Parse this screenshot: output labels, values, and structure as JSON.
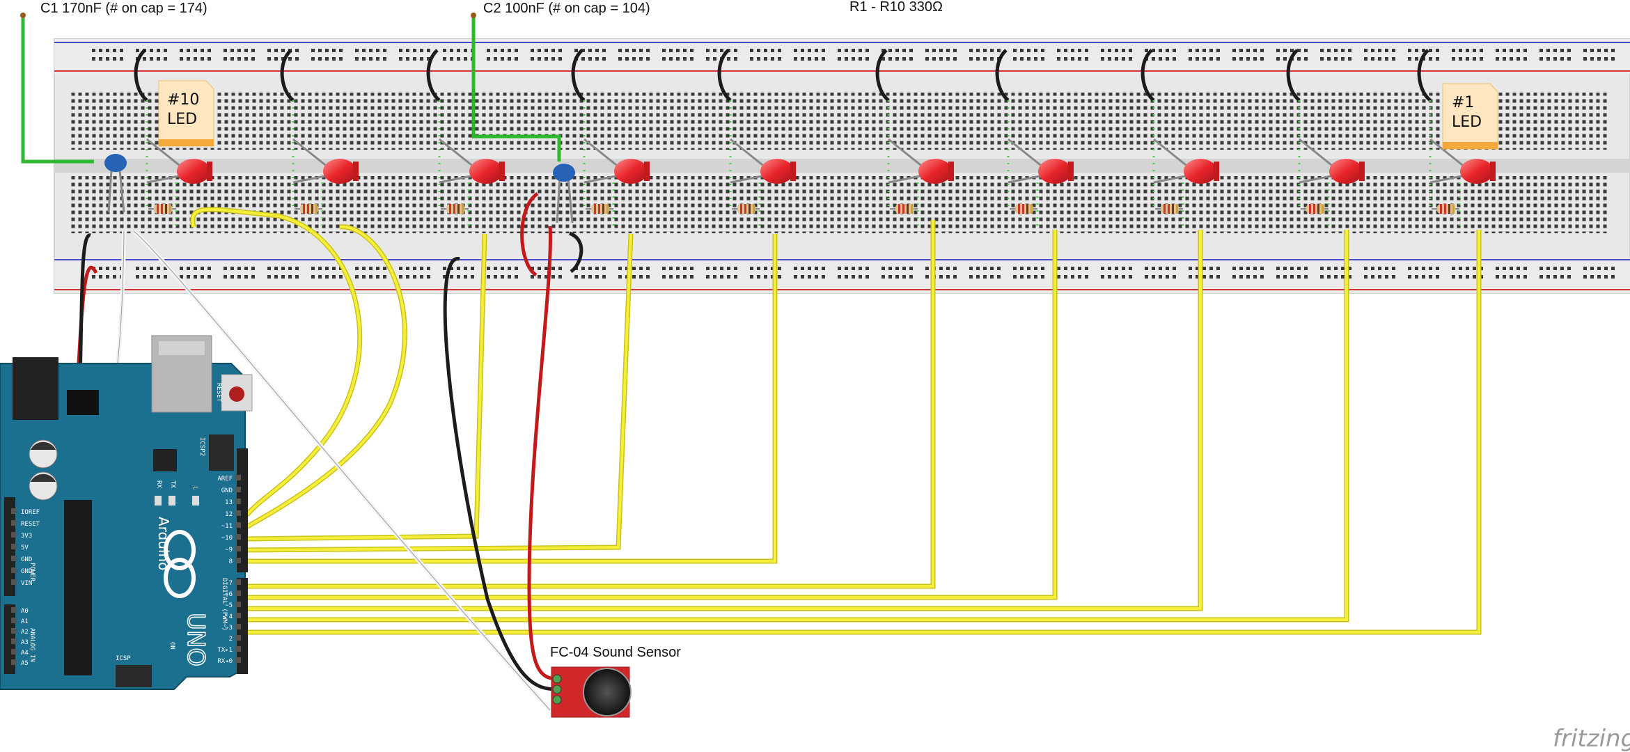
{
  "labels": {
    "c1": "C1 170nF (# on cap = 174)",
    "c2": "C2 100nF (# on cap = 104)",
    "resistors": "R1 - R10 330Ω",
    "sensor": "FC-04 Sound Sensor",
    "watermark": "fritzing"
  },
  "notes": {
    "led10": [
      "#10",
      "LED"
    ],
    "led1": [
      "#1",
      "LED"
    ]
  },
  "arduino": {
    "reset_label": "RESET",
    "icsp2_label": "ICSP2",
    "icsp_label": "ICSP",
    "rx_label": "RX",
    "tx_label": "TX",
    "l_label": "L",
    "on_label": "ON",
    "brand_label": "Arduino",
    "model_label": "UNO",
    "power_header": [
      "IOREF",
      "RESET",
      "3V3",
      "5V",
      "GND",
      "GND",
      "VIN"
    ],
    "analog_header": [
      "A0",
      "A1",
      "A2",
      "A3",
      "A4",
      "A5"
    ],
    "digital_header_top": [
      "AREF",
      "GND",
      "13",
      "12",
      "~11",
      "~10",
      "~9",
      "8"
    ],
    "digital_header_bottom": [
      "7",
      "~6",
      "~5",
      "4",
      "~3",
      "2",
      "TX▸1",
      "RX◂0"
    ],
    "power_group": "POWER",
    "analog_group": "ANALOG IN",
    "digital_group": "DIGITAL (PWM~)"
  },
  "colors": {
    "board_blue": "#1b6f8f",
    "wire_yellow": "#f5ee3a",
    "wire_red": "#c21a1a",
    "wire_black": "#1c1c1c",
    "wire_white": "#f2f2f2",
    "wire_green": "#2eb82e",
    "led_red": "#e8252b",
    "cap_blue": "#2662b5",
    "sensor_red": "#d0282a",
    "breadboard": "#e7e7e7"
  }
}
